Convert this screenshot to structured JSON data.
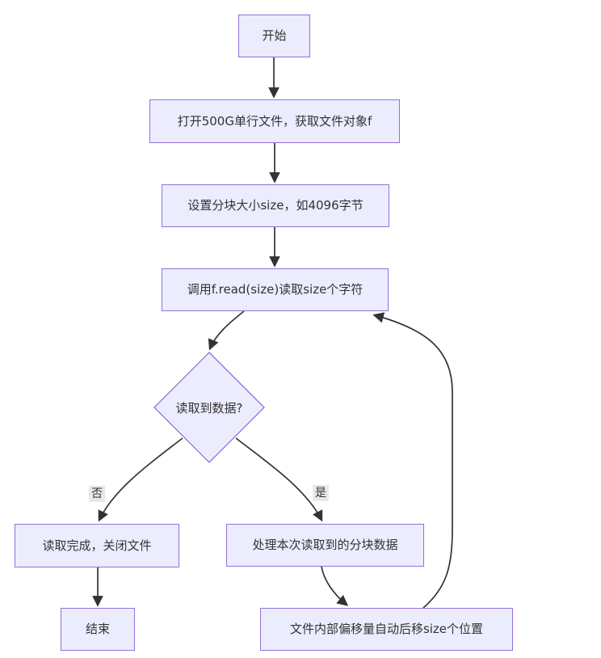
{
  "diagram": {
    "type": "flowchart",
    "orientation": "top-down",
    "nodes": {
      "start": {
        "label": "开始",
        "shape": "rectangle"
      },
      "open_file": {
        "label": "打开500G单行文件，获取文件对象f",
        "shape": "rectangle"
      },
      "set_chunk_size": {
        "label": "设置分块大小size，如4096字节",
        "shape": "rectangle"
      },
      "read_call": {
        "label": "调用f.read(size)读取size个字符",
        "shape": "rectangle"
      },
      "data_read_check": {
        "label": "读取到数据?",
        "shape": "diamond"
      },
      "close_file": {
        "label": "读取完成，关闭文件",
        "shape": "rectangle"
      },
      "process_chunk": {
        "label": "处理本次读取到的分块数据",
        "shape": "rectangle"
      },
      "end": {
        "label": "结束",
        "shape": "rectangle"
      },
      "offset_advance": {
        "label": "文件内部偏移量自动后移size个位置",
        "shape": "rectangle"
      }
    },
    "edge_labels": {
      "no": "否",
      "yes": "是"
    },
    "edges": [
      {
        "from": "start",
        "to": "open_file",
        "label": ""
      },
      {
        "from": "open_file",
        "to": "set_chunk_size",
        "label": ""
      },
      {
        "from": "set_chunk_size",
        "to": "read_call",
        "label": ""
      },
      {
        "from": "read_call",
        "to": "data_read_check",
        "label": ""
      },
      {
        "from": "data_read_check",
        "to": "close_file",
        "label": "否"
      },
      {
        "from": "data_read_check",
        "to": "process_chunk",
        "label": "是"
      },
      {
        "from": "close_file",
        "to": "end",
        "label": ""
      },
      {
        "from": "process_chunk",
        "to": "offset_advance",
        "label": ""
      },
      {
        "from": "offset_advance",
        "to": "read_call",
        "label": ""
      }
    ],
    "colors": {
      "node_fill": "#ECECFF",
      "node_border": "#9370DB",
      "edge_line": "#333333",
      "edge_label_bg": "#e8e8e8",
      "text": "#333333",
      "background": "#ffffff"
    }
  }
}
